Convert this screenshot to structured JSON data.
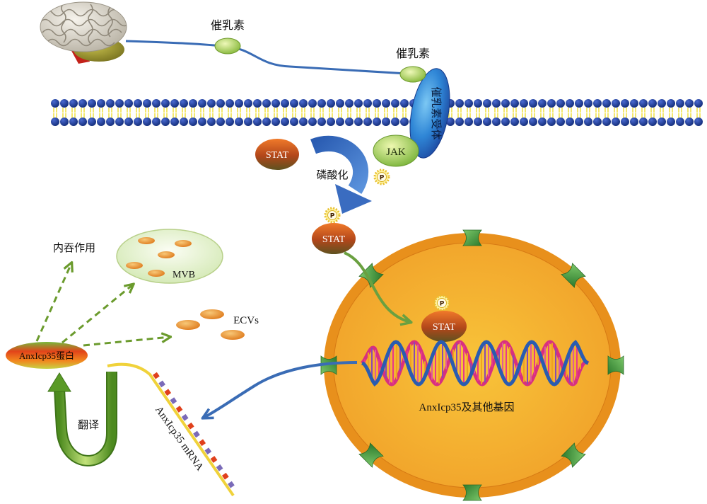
{
  "diagram": {
    "labels": {
      "prolactin_secreted": "催乳素",
      "prolactin_bound": "催乳素",
      "receptor": "催乳素受体",
      "jak": "JAK",
      "stat_inactive": "STAT",
      "phosphorylation": "磷酸化",
      "stat_phosphorylated": "STAT",
      "stat_nuclear": "STAT",
      "phosphate": "P",
      "endocytosis": "内吞作用",
      "mvb": "MVB",
      "ecvs": "ECVs",
      "protein": "AnxIcp35蛋白",
      "translation": "翻译",
      "mrna": "AnxIcp35 mRNA",
      "genes": "AnxIcp35及其他基因"
    }
  },
  "icons": [
    "brain-icon",
    "prolactin-hormone-icon",
    "cell-membrane-icon",
    "prolactin-receptor-icon",
    "jak-kinase-icon",
    "stat-protein-icon",
    "phosphate-icon",
    "phosphorylation-arrow-icon",
    "nucleus-icon",
    "nuclear-pore-icon",
    "dna-helix-icon",
    "mrna-strand-icon",
    "translation-arrow-icon",
    "anxicp35-protein-icon",
    "mvb-vesicle-icon",
    "ecv-vesicle-icon"
  ],
  "colors": {
    "membrane_head": "#1f3c9a",
    "membrane_tail": "#f2e24a",
    "nucleus": "#f4a424",
    "nuclear_pore": "#3f9b3c",
    "signal_arrow_blue": "#3a6cb5",
    "signal_arrow_green": "#6b9b2d",
    "dna_strand_a": "#2a5cb0",
    "dna_strand_b": "#d8307f",
    "mrna_line": "#f0d23a",
    "mrna_base_a": "#e0401c",
    "mrna_base_b": "#7a6ab8"
  }
}
